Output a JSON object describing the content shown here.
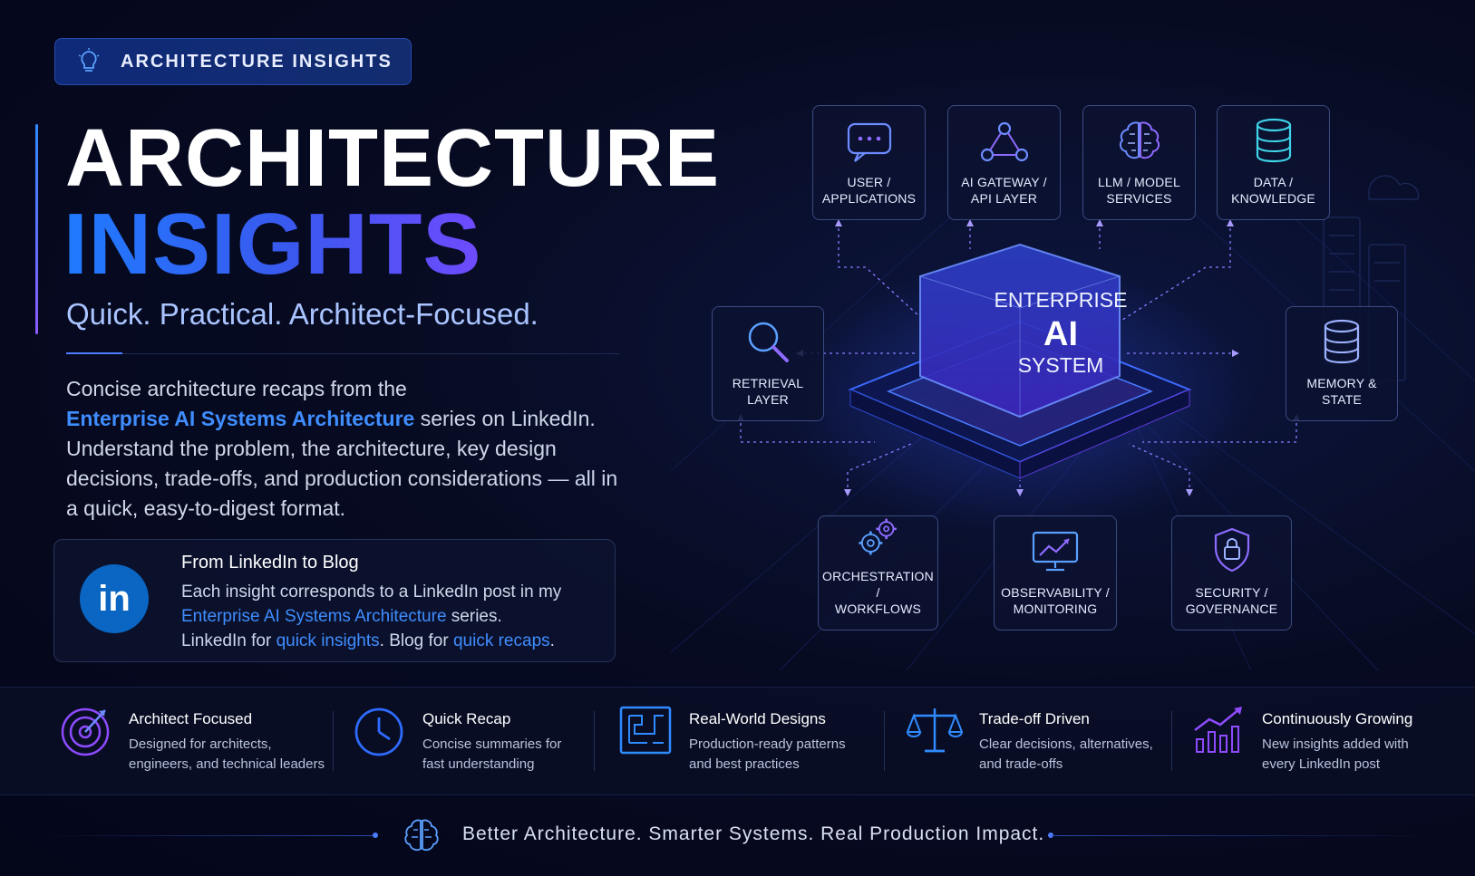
{
  "badge": {
    "label": "ARCHITECTURE INSIGHTS",
    "icon": "lightbulb-icon"
  },
  "hero": {
    "title_line1": "ARCHITECTURE",
    "title_line2": "INSIGHTS",
    "tagline": "Quick. Practical. Architect-Focused."
  },
  "description": {
    "part1": "Concise architecture recaps from the",
    "link": "Enterprise AI Systems Architecture",
    "part2": " series on LinkedIn.",
    "part3": "Understand the problem, the architecture, key design decisions, trade-offs, and production considerations — all in a quick, easy-to-digest format."
  },
  "linkedin_card": {
    "logo": "in",
    "title": "From LinkedIn to Blog",
    "line1": "Each insight corresponds to a LinkedIn post in my",
    "series_link": "Enterprise AI Systems Architecture",
    "series_suffix": " series.",
    "line3_a": "LinkedIn for ",
    "line3_link1": "quick insights",
    "line3_b": ". Blog for ",
    "line3_link2": "quick recaps",
    "line3_c": "."
  },
  "diagram": {
    "core": {
      "line1": "ENTERPRISE",
      "line2": "AI",
      "line3": "SYSTEM"
    },
    "nodes": [
      {
        "label": "USER /\nAPPLICATIONS",
        "icon": "chat-bubble-icon"
      },
      {
        "label": "AI GATEWAY /\nAPI LAYER",
        "icon": "network-nodes-icon"
      },
      {
        "label": "LLM / MODEL\nSERVICES",
        "icon": "brain-icon"
      },
      {
        "label": "DATA /\nKNOWLEDGE",
        "icon": "database-icon"
      },
      {
        "label": "RETRIEVAL\nLAYER",
        "icon": "magnifier-icon"
      },
      {
        "label": "MEMORY &\nSTATE",
        "icon": "stack-database-icon"
      },
      {
        "label": "ORCHESTRATION /\nWORKFLOWS",
        "icon": "gears-icon"
      },
      {
        "label": "OBSERVABILITY /\nMONITORING",
        "icon": "monitor-chart-icon"
      },
      {
        "label": "SECURITY /\nGOVERNANCE",
        "icon": "shield-lock-icon"
      }
    ],
    "colors": {
      "accent_blue": "#2f8bff",
      "accent_purple": "#8a5bff",
      "cyan": "#3fd3e8"
    }
  },
  "features": [
    {
      "title": "Architect Focused",
      "desc": "Designed for architects,\nengineers, and technical leaders",
      "icon": "target-icon"
    },
    {
      "title": "Quick Recap",
      "desc": "Concise summaries for\nfast understanding",
      "icon": "clock-icon"
    },
    {
      "title": "Real-World Designs",
      "desc": "Production-ready patterns\nand best practices",
      "icon": "blueprint-icon"
    },
    {
      "title": "Trade-off Driven",
      "desc": "Clear decisions, alternatives,\nand trade-offs",
      "icon": "balance-scale-icon"
    },
    {
      "title": "Continuously Growing",
      "desc": "New insights added with\nevery LinkedIn post",
      "icon": "growth-chart-icon"
    }
  ],
  "footer": {
    "text": "Better Architecture. Smarter Systems. Real Production Impact.",
    "icon": "brain-icon"
  }
}
